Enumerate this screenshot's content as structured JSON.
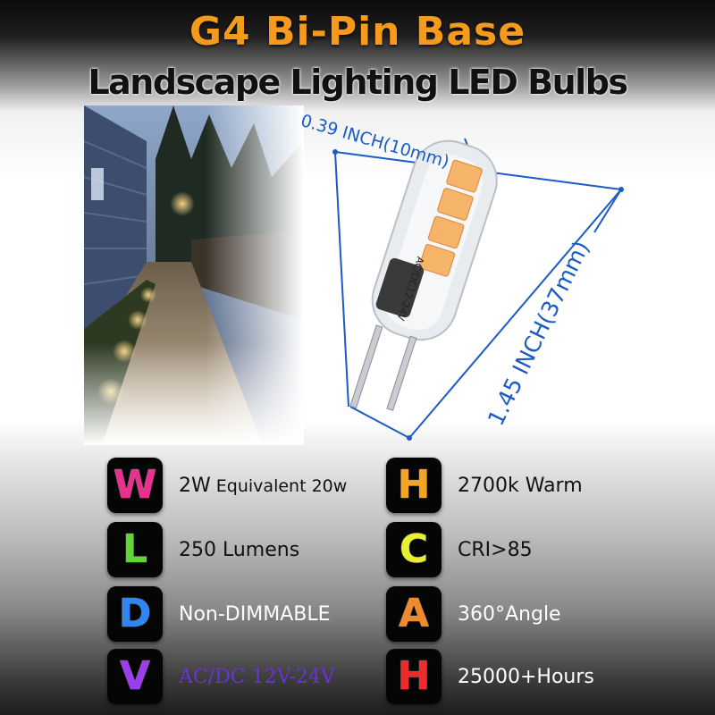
{
  "header": {
    "title_line1": "G4 Bi-Pin Base",
    "title_line2": "Landscape Lighting LED Bulbs"
  },
  "dimensions": {
    "width_label": "0.39 INCH(10mm)",
    "length_label": "1.45 INCH(37mm)"
  },
  "bulb": {
    "printed_marking": "AC/DC12-24V"
  },
  "features": [
    {
      "letter": "W",
      "letter_color": "#e8308f",
      "label_strong": "2W",
      "label_rest": " Equivalent 20w"
    },
    {
      "letter": "H",
      "letter_color": "#f5a323",
      "label_strong": "2700k Warm",
      "label_rest": ""
    },
    {
      "letter": "L",
      "letter_color": "#5fd536",
      "label_strong": "250 Lumens",
      "label_rest": ""
    },
    {
      "letter": "C",
      "letter_color": "#e7ef2f",
      "label_strong": "CRI>85",
      "label_rest": ""
    },
    {
      "letter": "D",
      "letter_color": "#2f86f0",
      "label_strong": "Non-DIMMABLE",
      "label_rest": ""
    },
    {
      "letter": "A",
      "letter_color": "#f28a2c",
      "label_strong": "360°Angle",
      "label_rest": ""
    },
    {
      "letter": "V",
      "letter_color": "#9b3df0",
      "label_strong": "AC/DC 12V-24V",
      "label_rest": "",
      "label_color": "#6a32d8"
    },
    {
      "letter": "H",
      "letter_color": "#ef2a2a",
      "label_strong": "25000+Hours",
      "label_rest": ""
    }
  ],
  "colors": {
    "title_accent": "#f59a1c",
    "dimension_blue": "#1a5bc4",
    "led_amber": "#f6b36a"
  }
}
